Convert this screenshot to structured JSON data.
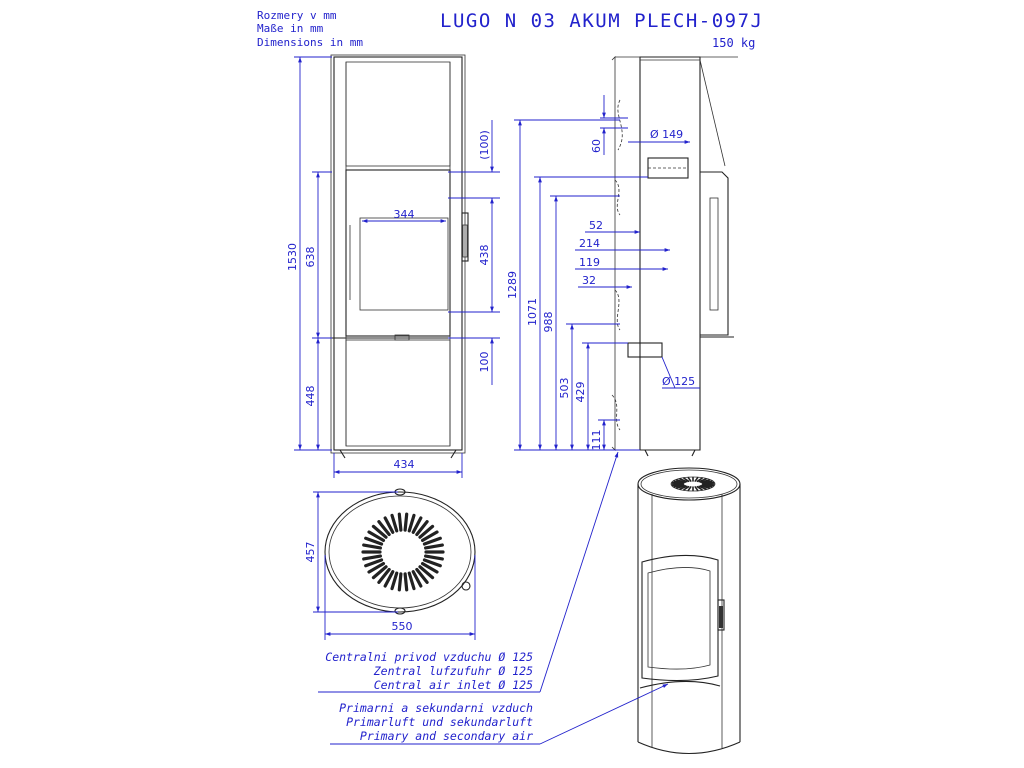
{
  "header": {
    "units": [
      "Rozmery v mm",
      "Maße in mm",
      "Dimensions in mm"
    ],
    "title": "LUGO N 03 AKUM PLECH-097J",
    "weight": "150 kg"
  },
  "front_view": {
    "dims": {
      "height_total": "1530",
      "door_height": "638",
      "lower_height": "448",
      "top_gap": "(100)",
      "glass_height": "438",
      "bottom_gap": "100",
      "glass_width": "344",
      "body_width": "434"
    }
  },
  "side_view": {
    "dims": {
      "flue_diameter": "Ø 149",
      "flue_offset": "60",
      "h_1289": "1289",
      "h_1071": "1071",
      "h_988": "988",
      "h_503": "503",
      "h_429": "429",
      "h_111": "111",
      "d_52": "52",
      "d_214": "214",
      "d_119": "119",
      "d_32": "32",
      "inlet_diameter": "Ø 125"
    }
  },
  "plan_view": {
    "dims": {
      "depth": "457",
      "width": "550"
    }
  },
  "labels": {
    "central_air": [
      "Centralni privod vzduchu Ø 125",
      "Zentral lufzufuhr Ø 125",
      "Central air inlet Ø 125"
    ],
    "primary_air": [
      "Primarni a sekundarni vzduch",
      "Primarluft und sekundarluft",
      "Primary and secondary air"
    ]
  }
}
